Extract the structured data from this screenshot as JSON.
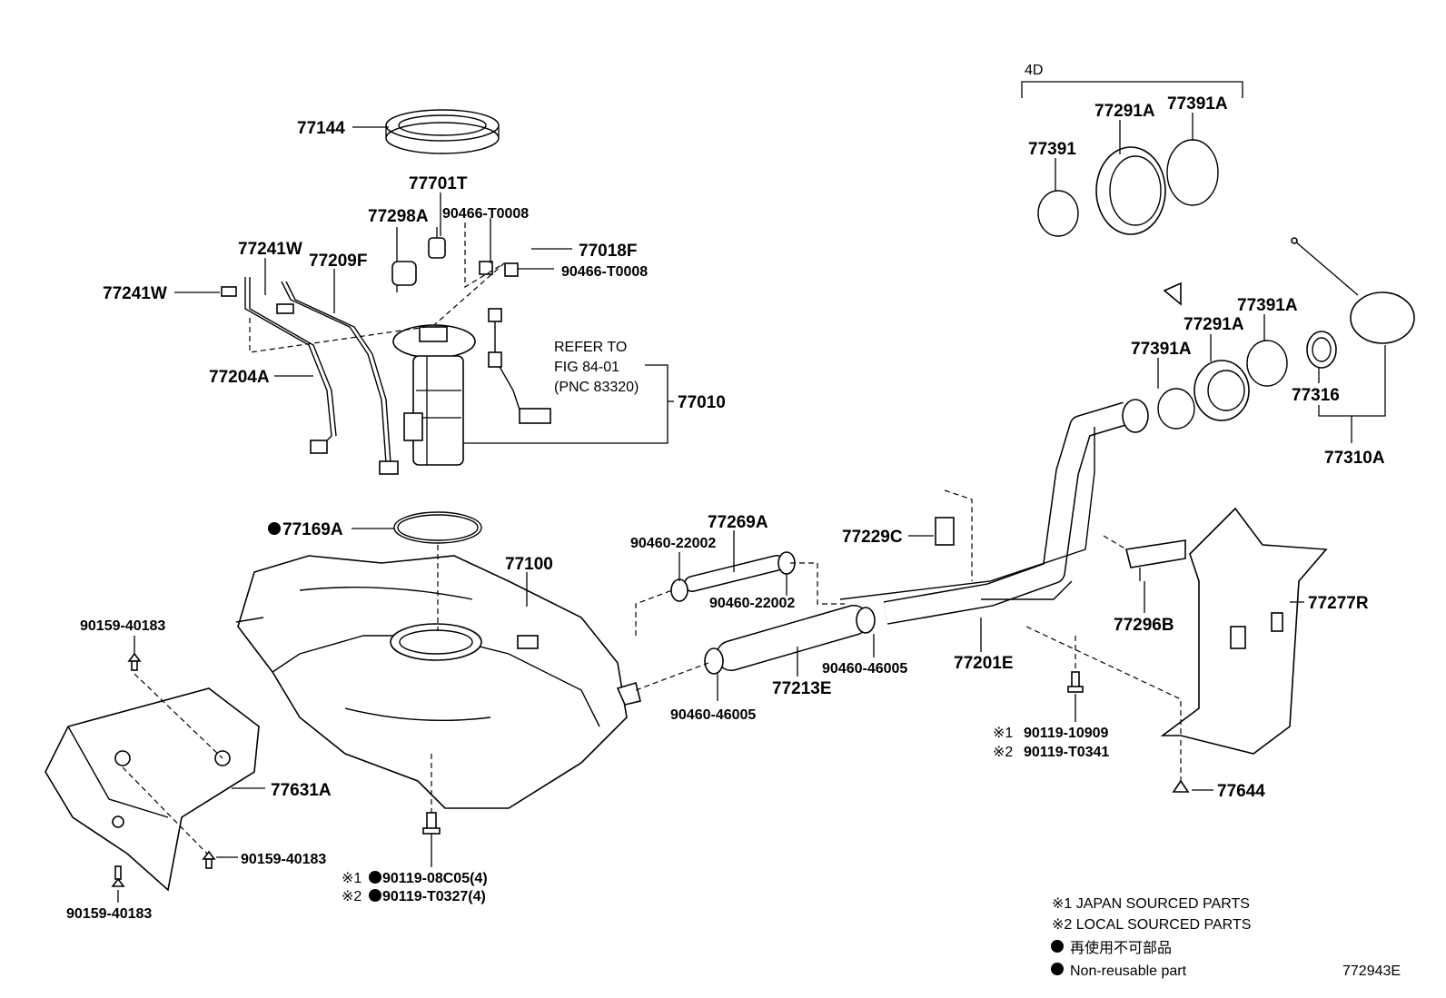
{
  "parts": {
    "p77144": "77144",
    "p77701T": "77701T",
    "p77298A": "77298A",
    "p90466_T0008_a": "90466-T0008",
    "p77018F": "77018F",
    "p90466_T0008_b": "90466-T0008",
    "p77241W_a": "77241W",
    "p77209F": "77209F",
    "p77241W_b": "77241W",
    "p77204A": "77204A",
    "p77010": "77010",
    "p77169A": "77169A",
    "p77100": "77100",
    "p90159_40183_a": "90159-40183",
    "p77631A": "77631A",
    "p90159_40183_b": "90159-40183",
    "p90159_40183_c": "90159-40183",
    "p90119_08C05": "90119-08C05(4)",
    "p90119_T0327": "90119-T0327(4)",
    "p77269A": "77269A",
    "p90460_22002_a": "90460-22002",
    "p90460_22002_b": "90460-22002",
    "p77213E": "77213E",
    "p90460_46005_a": "90460-46005",
    "p90460_46005_b": "90460-46005",
    "p77229C": "77229C",
    "p77201E": "77201E",
    "p90119_10909": "90119-10909",
    "p90119_T0341": "90119-T0341",
    "p77296B": "77296B",
    "p77277R": "77277R",
    "p77644": "77644",
    "p4D": "4D",
    "p77291A_a": "77291A",
    "p77391A_a": "77391A",
    "p77391": "77391",
    "p77391A_b": "77391A",
    "p77291A_b": "77291A",
    "p77391A_c": "77391A",
    "p77316": "77316",
    "p77310A": "77310A"
  },
  "refer": {
    "line1": "REFER TO",
    "line2": "FIG 84-01",
    "line3": "(PNC 83320)"
  },
  "marks": {
    "m1": "※1",
    "m2": "※2"
  },
  "legend": {
    "l1": "※1 JAPAN SOURCED PARTS",
    "l2": "※2 LOCAL SOURCED PARTS",
    "l3": "再使用不可部品",
    "l4": "Non-reusable part"
  },
  "figure_id": "772943E"
}
